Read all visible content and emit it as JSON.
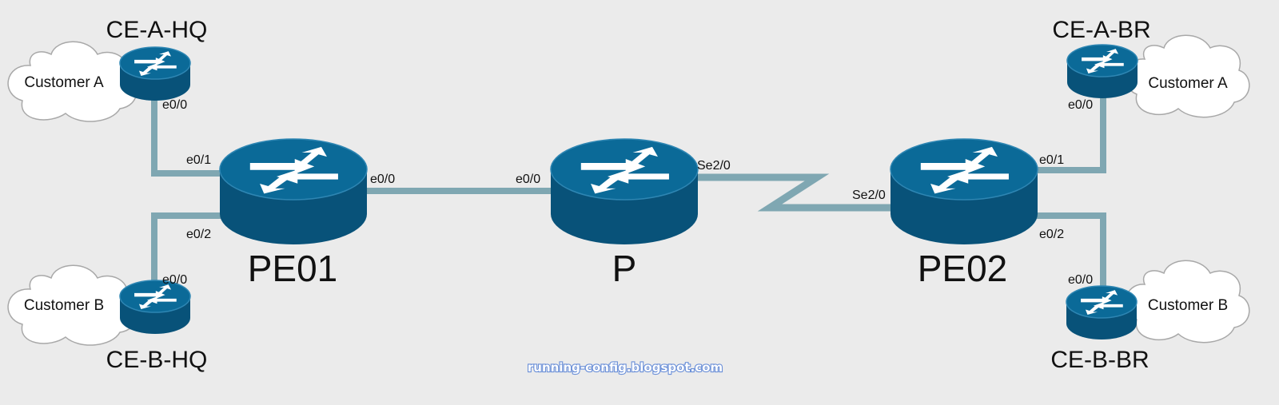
{
  "colors": {
    "background": "#ebebeb",
    "link": "#7fa7b2",
    "router_body": "#085279",
    "router_top": "#0b6a98",
    "router_edge": "#2e86b3",
    "cloud_fill": "#ffffff",
    "cloud_stroke": "#a8a8a8",
    "arrow": "#ffffff"
  },
  "nodes": {
    "pe01": {
      "label": "PE01",
      "type": "router",
      "icon": "router-icon"
    },
    "p": {
      "label": "P",
      "type": "router",
      "icon": "router-icon"
    },
    "pe02": {
      "label": "PE02",
      "type": "router",
      "icon": "router-icon"
    },
    "ce_a_hq": {
      "label": "CE-A-HQ",
      "type": "router",
      "icon": "router-icon"
    },
    "ce_b_hq": {
      "label": "CE-B-HQ",
      "type": "router",
      "icon": "router-icon"
    },
    "ce_a_br": {
      "label": "CE-A-BR",
      "type": "router",
      "icon": "router-icon"
    },
    "ce_b_br": {
      "label": "CE-B-BR",
      "type": "router",
      "icon": "router-icon"
    }
  },
  "clouds": {
    "cust_a_hq": {
      "label": "Customer A",
      "icon": "cloud-icon"
    },
    "cust_b_hq": {
      "label": "Customer B",
      "icon": "cloud-icon"
    },
    "cust_a_br": {
      "label": "Customer A",
      "icon": "cloud-icon"
    },
    "cust_b_br": {
      "label": "Customer B",
      "icon": "cloud-icon"
    }
  },
  "links": {
    "ce_a_hq_pe01": {
      "a_if": "e0/0",
      "b_if": "e0/1",
      "kind": "ethernet"
    },
    "ce_b_hq_pe01": {
      "a_if": "e0/0",
      "b_if": "e0/2",
      "kind": "ethernet"
    },
    "pe01_p": {
      "a_if": "e0/0",
      "b_if": "e0/0",
      "kind": "ethernet"
    },
    "p_pe02": {
      "a_if": "Se2/0",
      "b_if": "Se2/0",
      "kind": "serial"
    },
    "pe02_ce_a_br": {
      "a_if": "e0/1",
      "b_if": "e0/0",
      "kind": "ethernet"
    },
    "pe02_ce_b_br": {
      "a_if": "e0/2",
      "b_if": "e0/0",
      "kind": "ethernet"
    }
  },
  "watermark": "running-config.blogspot.com"
}
